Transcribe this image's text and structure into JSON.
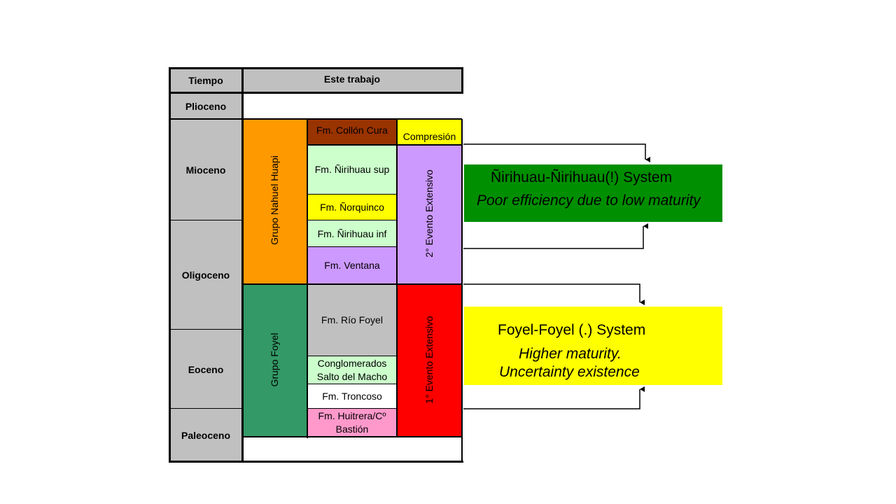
{
  "header": {
    "time_label": "Tiempo",
    "work_label": "Este trabajo"
  },
  "epochs": {
    "pliocene": "Plioceno",
    "miocene": "Mioceno",
    "oligocene": "Oligoceno",
    "eocene": "Eoceno",
    "paleocene": "Paleoceno"
  },
  "groups": {
    "nahuel_huapi": "Grupo Nahuel Huapi",
    "foyel": "Grupo Foyel"
  },
  "formations": {
    "collon_cura": "Fm. Collón Cura",
    "nirihuau_sup": "Fm. Ñirihuau sup",
    "norquinco": "Fm. Ñorquinco",
    "nirihuau_inf": "Fm. Ñirihuau inf",
    "ventana": "Fm. Ventana",
    "rio_foyel": "Fm. Río Foyel",
    "conglomerados_l1": "Conglomerados",
    "conglomerados_l2": "Salto del Macho",
    "troncoso": "Fm. Troncoso",
    "huitrera_l1": "Fm. Huitrera/Cº",
    "huitrera_l2": "Bastión"
  },
  "events": {
    "compression": "Compresión",
    "second_extensive": "2° Evento Extensivo",
    "first_extensive": "1° Evento Extensivo"
  },
  "systems": {
    "nirihuau": {
      "title_name": "Ñirihuau-Ñirihuau",
      "title_marker": "(!)",
      "title_word": "System",
      "subtitle": "Poor efficiency due to low maturity",
      "color": "#008f00"
    },
    "foyel": {
      "title_name": "Foyel-Foyel",
      "title_marker": "(.)",
      "title_word": "System",
      "subtitle_l1": "Higher maturity.",
      "subtitle_l2": "Uncertainty existence",
      "color": "#ffff00"
    }
  },
  "colors": {
    "header_grey": "#c0c0c0",
    "nahuel_huapi_orange": "#ff9900",
    "foyel_green": "#339966",
    "collon_cura_brown": "#993300",
    "pale_green": "#ccffcc",
    "yellow": "#ffff00",
    "lavender": "#cc99ff",
    "red": "#ff0000",
    "pink": "#ff99cc"
  }
}
